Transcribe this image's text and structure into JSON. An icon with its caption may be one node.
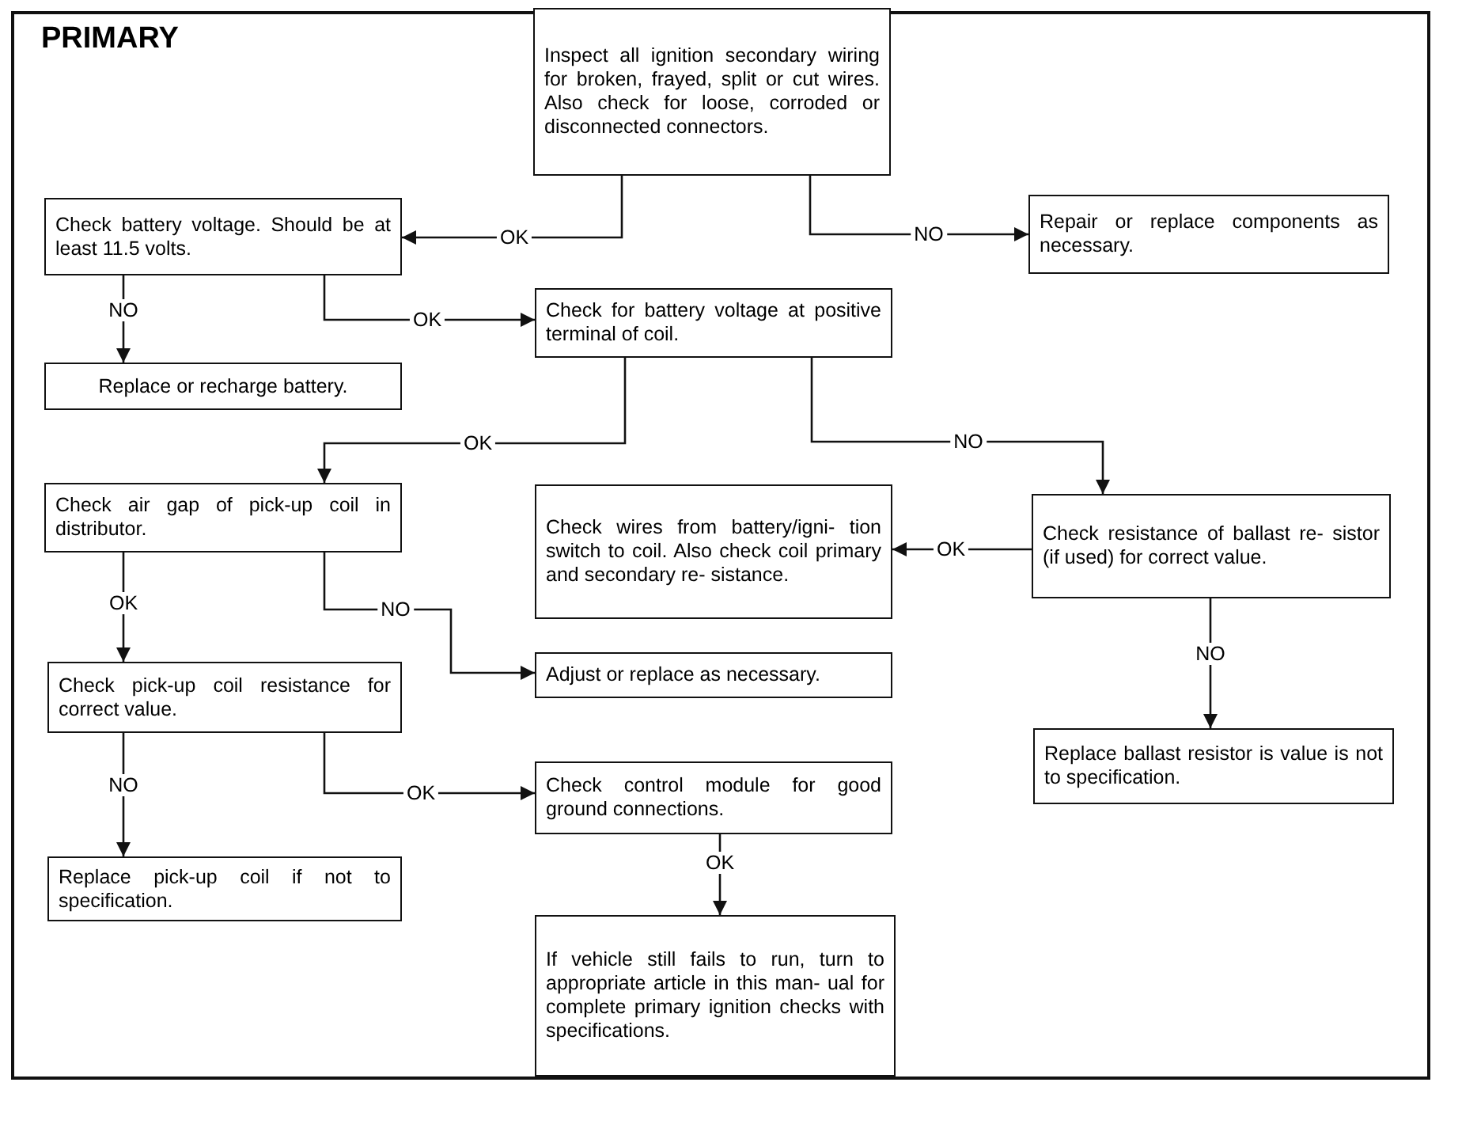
{
  "diagram": {
    "title": "PRIMARY",
    "nodes": [
      {
        "text": [
          "Inspect all ignition secondary wiring for broken, frayed, split or cut wires. Also check for loose, corroded or disconnected connectors."
        ]
      },
      {
        "text": [
          "Check battery voltage. Should be at least 11.5 volts."
        ]
      },
      {
        "text": [
          "Repair or replace components as necessary."
        ]
      },
      {
        "text": [
          "Check for battery voltage at positive terminal of coil."
        ]
      },
      {
        "text": [
          "Replace or recharge battery."
        ]
      },
      {
        "text": [
          "Check air gap of pick-up coil in distributor."
        ]
      },
      {
        "text": [
          "Check wires from battery/igni- tion switch to coil. Also check coil primary and secondary re- sistance."
        ]
      },
      {
        "text": [
          "Check resistance of ballast re- sistor (if used) for correct value."
        ]
      },
      {
        "text": [
          "Adjust or replace as necessary."
        ]
      },
      {
        "text": [
          "Check pick-up coil resistance for correct value."
        ]
      },
      {
        "text": [
          "Replace ballast resistor is value is not to specification."
        ]
      },
      {
        "text": [
          "Check control module for good ground connections."
        ]
      },
      {
        "text": [
          "Replace pick-up coil if not to specification."
        ]
      },
      {
        "text": [
          "If vehicle still fails to run, turn to appropriate article in this man- ual for complete primary ignition checks with specifications."
        ]
      }
    ],
    "edges": [
      {
        "from": 0,
        "to": 1,
        "arrow": "to",
        "label": "OK"
      },
      {
        "from": 0,
        "to": 2,
        "arrow": "to",
        "label": "NO"
      },
      {
        "from": 1,
        "to": 4,
        "arrow": "to",
        "label": "NO"
      },
      {
        "from": 1,
        "to": 3,
        "arrow": "to",
        "label": "OK"
      },
      {
        "from": 3,
        "to": 5,
        "arrow": "to",
        "label": "OK"
      },
      {
        "from": 3,
        "to": 7,
        "arrow": "to",
        "label": "NO"
      },
      {
        "from": 7,
        "to": 6,
        "arrow": "to",
        "label": "OK"
      },
      {
        "from": 5,
        "to": 9,
        "arrow": "to",
        "label": "OK"
      },
      {
        "from": 5,
        "to": 8,
        "arrow": "to",
        "label": "NO"
      },
      {
        "from": 7,
        "to": 10,
        "arrow": "to",
        "label": "NO"
      },
      {
        "from": 9,
        "to": 12,
        "arrow": "to",
        "label": "NO"
      },
      {
        "from": 9,
        "to": 11,
        "arrow": "to",
        "label": "OK"
      },
      {
        "from": 11,
        "to": 13,
        "arrow": "to",
        "label": "OK"
      }
    ]
  }
}
